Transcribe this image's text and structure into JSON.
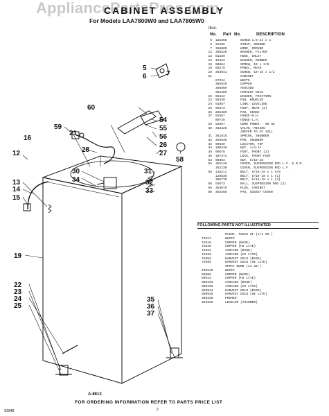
{
  "watermark": "AppliancePartsPros.com",
  "title": "CABINET ASSEMBLY",
  "subtitle": "For Models LAA7800W0 and LAA7805W0",
  "header": {
    "illus": "Illus.",
    "part": "Part",
    "ref": "No.",
    "partno": "No.",
    "desc": "DESCRIPTION"
  },
  "parts": [
    {
      "ref": "5",
      "num": "131868",
      "desc": "SCREW 1.5-24 x 1"
    },
    {
      "ref": "6",
      "num": "22465",
      "desc": "STRAP, GROUND"
    },
    {
      "ref": "7",
      "num": "356089",
      "desc": "WIRE, GROUND"
    },
    {
      "ref": "12",
      "num": "356528",
      "desc": "WASHER, FILTER"
    },
    {
      "ref": "13",
      "num": "81329",
      "desc": "HOSE, INLET"
    },
    {
      "ref": "14",
      "num": "16423",
      "desc": "WASHER, RUBBER"
    },
    {
      "ref": "15",
      "num": "90864",
      "desc": "SCREW, 10 x 3/8"
    },
    {
      "ref": "16",
      "num": "85279",
      "desc": "PANEL, REAR"
    },
    {
      "ref": "19",
      "num": "343641",
      "desc": "SCREW, 10-16 x 1/2"
    },
    {
      "ref": "21",
      "num": "",
      "desc": "CABINET"
    },
    {
      "ref": "",
      "num": "87224",
      "desc": "WHITE"
    },
    {
      "ref": "",
      "num": "385926",
      "desc": "COPPER"
    },
    {
      "ref": "",
      "num": "385869",
      "desc": "AVOCADO"
    },
    {
      "ref": "",
      "num": "351469",
      "desc": "HARVEST GOLD"
    },
    {
      "ref": "22",
      "num": "95412",
      "desc": "WASHER, FRICTION"
    },
    {
      "ref": "23",
      "num": "98439",
      "desc": "PIN, KNURLED"
    },
    {
      "ref": "24",
      "num": "91667",
      "desc": "LINK, LEVELING"
    },
    {
      "ref": "25",
      "num": "95673",
      "desc": "FOOT, REAR (2)"
    },
    {
      "ref": "26",
      "num": "285489",
      "desc": "PAD, HINGE"
    },
    {
      "ref": "27",
      "num": "92657",
      "desc": "HINGE-R.H."
    },
    {
      "ref": "",
      "num": "89725",
      "desc": "HINGE-L.H."
    },
    {
      "ref": "28",
      "num": "92667",
      "desc": "CORD POWER - 60 HZ"
    },
    {
      "ref": "30",
      "num": "353425",
      "desc": "VALVE, MIXING"
    },
    {
      "ref": "",
      "num": "",
      "desc": "(REFER TO SF 341)"
    },
    {
      "ref": "31",
      "num": "351815",
      "desc": "SPRING, SNUBBER"
    },
    {
      "ref": "32",
      "num": "355835",
      "desc": "PAD, SNUBBER"
    },
    {
      "ref": "33",
      "num": "99649",
      "desc": "LOCATOR, TOP"
    },
    {
      "ref": "34",
      "num": "190238",
      "desc": "NUT, 1/4-17"
    },
    {
      "ref": "35",
      "num": "95678",
      "desc": "FOOT, FRONT (2)"
    },
    {
      "ref": "36",
      "num": "187474",
      "desc": "LOCK, FRONT FOOT"
    },
    {
      "ref": "54",
      "num": "90364",
      "desc": "NUT, 5/16-18"
    },
    {
      "ref": "55",
      "num": "352148",
      "desc": "COVER, SUSPENSION ROD L.F. & R.R."
    },
    {
      "ref": "",
      "num": "352230",
      "desc": "COVER, SUSPENSION ROD L.F."
    },
    {
      "ref": "56",
      "num": "126211",
      "desc": "BOLT, 5/16-18 x 1 5/8"
    },
    {
      "ref": "",
      "num": "126835",
      "desc": "BOLT, 5/16-18 x 1 (1)"
    },
    {
      "ref": "",
      "num": "355770",
      "desc": "BOLT, 5/16-18 x 1 (3)"
    },
    {
      "ref": "58",
      "num": "91673",
      "desc": "BALL, SUSPENSION ROD (2)"
    },
    {
      "ref": "59",
      "num": "354679",
      "desc": "PLUG, CABINET"
    },
    {
      "ref": "60",
      "num": "353458",
      "desc": "PAD, GUSSET COVER"
    }
  ],
  "paint_header": "FOLLOWING PARTS NOT ILLUSTRATED",
  "paint": [
    {
      "num": "",
      "desc": "PAINT, TOUCH UP (1/2 OZ.)"
    },
    {
      "num": "72617",
      "desc": "WHITE"
    },
    {
      "num": "72619",
      "desc": "COPPER (BASE)"
    },
    {
      "num": "72620",
      "desc": "COPPER (HI LITE)"
    },
    {
      "num": "72621",
      "desc": "AVOCADO (BASE)"
    },
    {
      "num": "72625",
      "desc": "AVOCADO (HI LITE)"
    },
    {
      "num": "72994",
      "desc": "HARVEST GOLD (BASE)"
    },
    {
      "num": "72995",
      "desc": "HARVEST GOLD (HI LITE)"
    },
    {
      "num": "",
      "desc": "SPRAY BOMB (13 OZ.)"
    },
    {
      "num": "299945",
      "desc": "WHITE"
    },
    {
      "num": "89908",
      "desc": "COPPER (BASE)"
    },
    {
      "num": "89913",
      "desc": "COPPER (HI LITE)"
    },
    {
      "num": "350191",
      "desc": "AVOCADO (BASE)"
    },
    {
      "num": "350192",
      "desc": "AVOCADO (HI LITE)"
    },
    {
      "num": "350934",
      "desc": "HARVEST GOLD (BASE)"
    },
    {
      "num": "350935",
      "desc": "HARVEST GOLD (HI LITE)"
    },
    {
      "num": "350338",
      "desc": "PRIMER"
    },
    {
      "num": "284925",
      "desc": "LEVELER (THINNER)"
    }
  ],
  "callouts": {
    "c5": "5",
    "c6": "6",
    "c7": "7",
    "c60": "60",
    "c54": "54",
    "c55": "55",
    "c56": "56",
    "c26": "26",
    "c27": "27",
    "c59": "59",
    "c28": "28",
    "c58": "58",
    "c12": "12",
    "c13": "13",
    "c14": "14",
    "c15": "15",
    "c16": "16",
    "c30": "30",
    "c31": "31",
    "c32": "32",
    "c33": "33",
    "c34": "34",
    "c21": "21",
    "c19": "19",
    "c22": "22",
    "c23": "23",
    "c24": "24",
    "c25": "25",
    "c35": "35",
    "c36": "36",
    "c37": "37"
  },
  "figure_number": "A-8613",
  "footer": "FOR ORDERING INFORMATION REFER TO PARTS PRICE LIST",
  "doc_number": "S6848",
  "page_number": "2"
}
